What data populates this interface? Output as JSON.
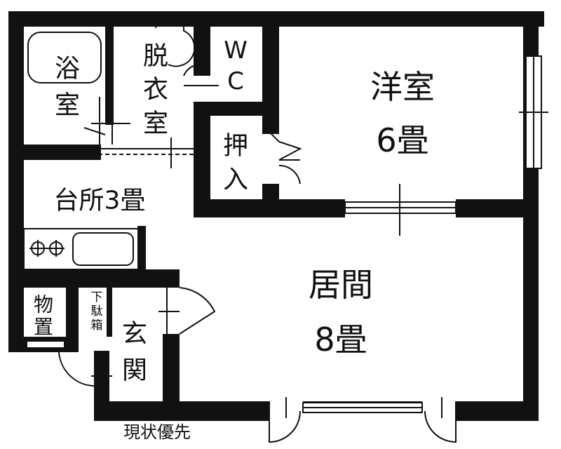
{
  "rooms": {
    "western_room": {
      "name": "洋室",
      "size": "6畳"
    },
    "living_room": {
      "name": "居間",
      "size": "8畳"
    },
    "kitchen": {
      "label": "台所3畳"
    },
    "bathroom": {
      "chars": [
        "浴",
        "室"
      ]
    },
    "dressing_room": {
      "chars": [
        "脱",
        "衣",
        "室"
      ]
    },
    "toilet": {
      "chars": [
        "W",
        "C"
      ]
    },
    "closet": {
      "chars": [
        "押",
        "入"
      ]
    },
    "storage": {
      "chars": [
        "物",
        "置"
      ]
    },
    "shoe_box": {
      "chars": [
        "下",
        "駄",
        "箱"
      ]
    },
    "entrance": {
      "chars": [
        "玄",
        "関"
      ]
    }
  },
  "caption": "現状優先",
  "colors": {
    "wall": "#111111",
    "background": "#ffffff"
  }
}
